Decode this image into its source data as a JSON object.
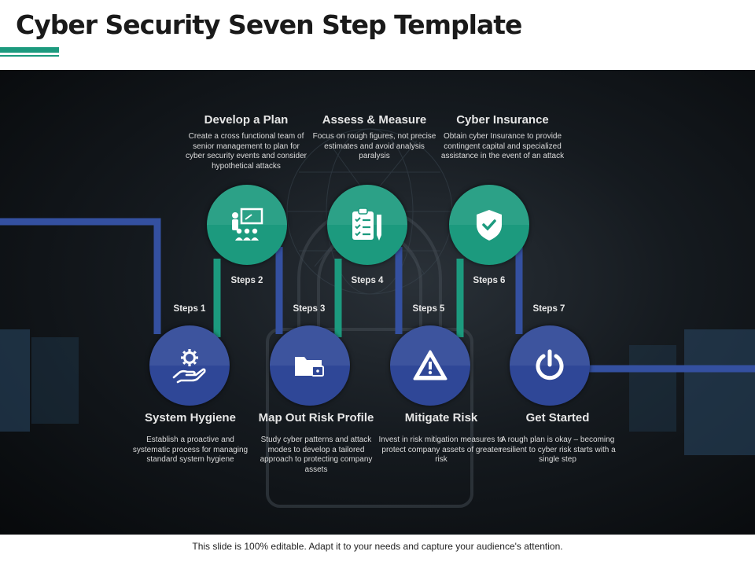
{
  "slide": {
    "title": "Cyber Security Seven Step Template",
    "footer": "This slide is 100% editable. Adapt it to your needs and capture your audience's attention."
  },
  "colors": {
    "accent_green": "#1c9a7e",
    "circle_blue": "#2f4797",
    "connector_blue": "#3450a0",
    "connector_green": "#1c9a7e"
  },
  "steps": [
    {
      "label": "Steps 1",
      "title": "System Hygiene",
      "description": "Establish a proactive and systematic process for managing standard system hygiene",
      "icon": "gear-hand-icon"
    },
    {
      "label": "Steps 2",
      "title": "Develop a Plan",
      "description": "Create a cross functional team of senior management to plan for cyber security events and consider hypothetical attacks",
      "icon": "team-presentation-icon"
    },
    {
      "label": "Steps 3",
      "title": "Map Out Risk Profile",
      "description": "Study cyber patterns and attack modes to develop a tailored approach to protecting company assets",
      "icon": "locked-folder-icon"
    },
    {
      "label": "Steps 4",
      "title": "Assess & Measure",
      "description": "Focus on rough figures, not precise estimates and avoid analysis paralysis",
      "icon": "clipboard-checklist-icon"
    },
    {
      "label": "Steps 5",
      "title": "Mitigate Risk",
      "description": "Invest in risk mitigation measures to protect company assets of greater risk",
      "icon": "warning-triangle-icon"
    },
    {
      "label": "Steps 6",
      "title": "Cyber Insurance",
      "description": "Obtain cyber Insurance to provide contingent capital and specialized assistance in the event of an attack",
      "icon": "shield-check-icon"
    },
    {
      "label": "Steps 7",
      "title": "Get Started",
      "description": "A rough plan is okay – becoming resilient to cyber risk starts with a single step",
      "icon": "power-icon"
    }
  ]
}
